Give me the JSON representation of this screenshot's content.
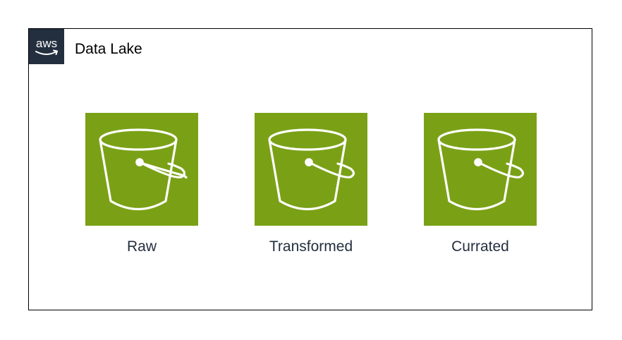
{
  "group": {
    "title": "Data Lake",
    "logo_icon": "aws-logo-icon",
    "logo_text": "aws"
  },
  "buckets": [
    {
      "label": "Raw",
      "icon": "s3-bucket-icon"
    },
    {
      "label": "Transformed",
      "icon": "s3-bucket-icon"
    },
    {
      "label": "Currated",
      "icon": "s3-bucket-icon"
    }
  ],
  "colors": {
    "bucket_fill": "#7aa116",
    "logo_background": "#232f3e",
    "label_text": "#232f3e",
    "group_border": "#000000"
  }
}
